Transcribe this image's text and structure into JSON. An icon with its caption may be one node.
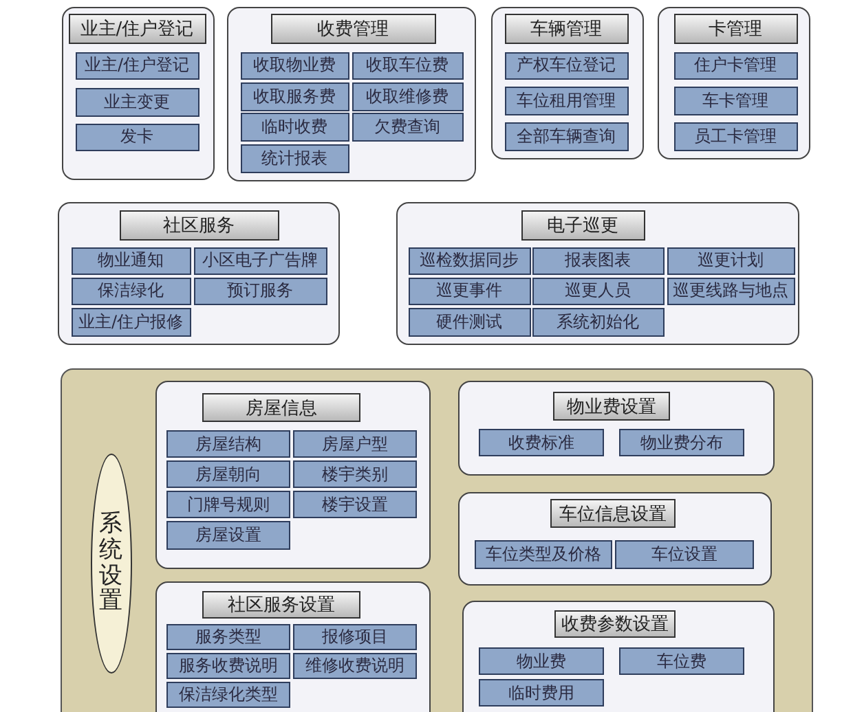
{
  "diagram": {
    "nodes": [
      {
        "text": [],
        "shape": "box"
      },
      {
        "text": [
          "业主/住户登记"
        ],
        "in": 0
      },
      {
        "text": [
          "业主/住户登记"
        ],
        "in": 0
      },
      {
        "text": [
          "业主变更"
        ],
        "in": 0
      },
      {
        "text": [
          "发卡"
        ],
        "in": 0
      },
      {
        "text": [],
        "shape": "box"
      },
      {
        "text": [
          "收费管理"
        ],
        "in": 5
      },
      {
        "text": [
          "收取物业费"
        ],
        "in": 5
      },
      {
        "text": [
          "收取车位费"
        ],
        "in": 5
      },
      {
        "text": [
          "收取服务费"
        ],
        "in": 5
      },
      {
        "text": [
          "收取维修费"
        ],
        "in": 5
      },
      {
        "text": [
          "临时收费"
        ],
        "in": 5
      },
      {
        "text": [
          "欠费查询"
        ],
        "in": 5
      },
      {
        "text": [
          "统计报表"
        ],
        "in": 5
      },
      {
        "text": [],
        "shape": "box"
      },
      {
        "text": [
          "车辆管理"
        ],
        "in": 14
      },
      {
        "text": [
          "产权车位登记"
        ],
        "in": 14
      },
      {
        "text": [
          "车位租用管理"
        ],
        "in": 14
      },
      {
        "text": [
          "全部车辆查询"
        ],
        "in": 14
      },
      {
        "text": [],
        "shape": "box"
      },
      {
        "text": [
          "卡管理"
        ],
        "in": 19
      },
      {
        "text": [
          "住户卡管理"
        ],
        "in": 19
      },
      {
        "text": [
          "车卡管理"
        ],
        "in": 19
      },
      {
        "text": [
          "员工卡管理"
        ],
        "in": 19
      },
      {
        "text": [],
        "shape": "box"
      },
      {
        "text": [
          "社区服务"
        ],
        "in": 24
      },
      {
        "text": [
          "物业通知"
        ],
        "in": 24
      },
      {
        "text": [
          "小区电子广告牌"
        ],
        "in": 24
      },
      {
        "text": [
          "保洁绿化"
        ],
        "in": 24
      },
      {
        "text": [
          "预订服务"
        ],
        "in": 24
      },
      {
        "text": [
          "业主/住户报修"
        ],
        "in": 24
      },
      {
        "text": [],
        "shape": "box"
      },
      {
        "text": [
          "电子巡更"
        ],
        "in": 31
      },
      {
        "text": [
          "巡检数据同步"
        ],
        "in": 31
      },
      {
        "text": [
          "报表图表"
        ],
        "in": 31
      },
      {
        "text": [
          "巡更计划"
        ],
        "in": 31
      },
      {
        "text": [
          "巡更事件"
        ],
        "in": 31
      },
      {
        "text": [
          "巡更人员"
        ],
        "in": 31
      },
      {
        "text": [
          "巡更线路与地点"
        ],
        "in": 31
      },
      {
        "text": [
          "硬件测试"
        ],
        "in": 31
      },
      {
        "text": [
          "系统初始化"
        ],
        "in": 31
      },
      {
        "text": [],
        "shape": "box"
      },
      {
        "text": [
          "系统设置"
        ],
        "in": 41
      },
      {
        "text": [],
        "shape": "box",
        "in": 41
      },
      {
        "text": [
          "房屋信息"
        ],
        "in": 43
      },
      {
        "text": [
          "房屋结构"
        ],
        "in": 43
      },
      {
        "text": [
          "房屋户型"
        ],
        "in": 43
      },
      {
        "text": [
          "房屋朝向"
        ],
        "in": 43
      },
      {
        "text": [
          "楼宇类别"
        ],
        "in": 43
      },
      {
        "text": [
          "门牌号规则"
        ],
        "in": 43
      },
      {
        "text": [
          "楼宇设置"
        ],
        "in": 43
      },
      {
        "text": [
          "房屋设置"
        ],
        "in": 43
      },
      {
        "text": [],
        "shape": "box",
        "in": 41
      },
      {
        "text": [
          "物业费设置"
        ],
        "in": 52
      },
      {
        "text": [
          "收费标准"
        ],
        "in": 52
      },
      {
        "text": [
          "物业费分布"
        ],
        "in": 52
      },
      {
        "text": [],
        "shape": "box",
        "in": 41
      },
      {
        "text": [
          "车位信息设置"
        ],
        "in": 56
      },
      {
        "text": [
          "车位类型及价格"
        ],
        "in": 56
      },
      {
        "text": [
          "车位设置"
        ],
        "in": 56
      },
      {
        "text": [],
        "shape": "box",
        "in": 41
      },
      {
        "text": [
          "社区服务设置"
        ],
        "in": 60
      },
      {
        "text": [
          "服务类型"
        ],
        "in": 60
      },
      {
        "text": [
          "报修项目"
        ],
        "in": 60
      },
      {
        "text": [
          "服务收费说明"
        ],
        "in": 60
      },
      {
        "text": [
          "维修收费说明"
        ],
        "in": 60
      },
      {
        "text": [
          "保洁绿化类型"
        ],
        "in": 60
      },
      {
        "text": [],
        "shape": "box",
        "in": 41
      },
      {
        "text": [
          "收费参数设置"
        ],
        "in": 67
      },
      {
        "text": [
          "物业费"
        ],
        "in": 67
      },
      {
        "text": [
          "车位费"
        ],
        "in": 67
      },
      {
        "text": [
          "临时费用"
        ],
        "in": 67
      }
    ]
  }
}
